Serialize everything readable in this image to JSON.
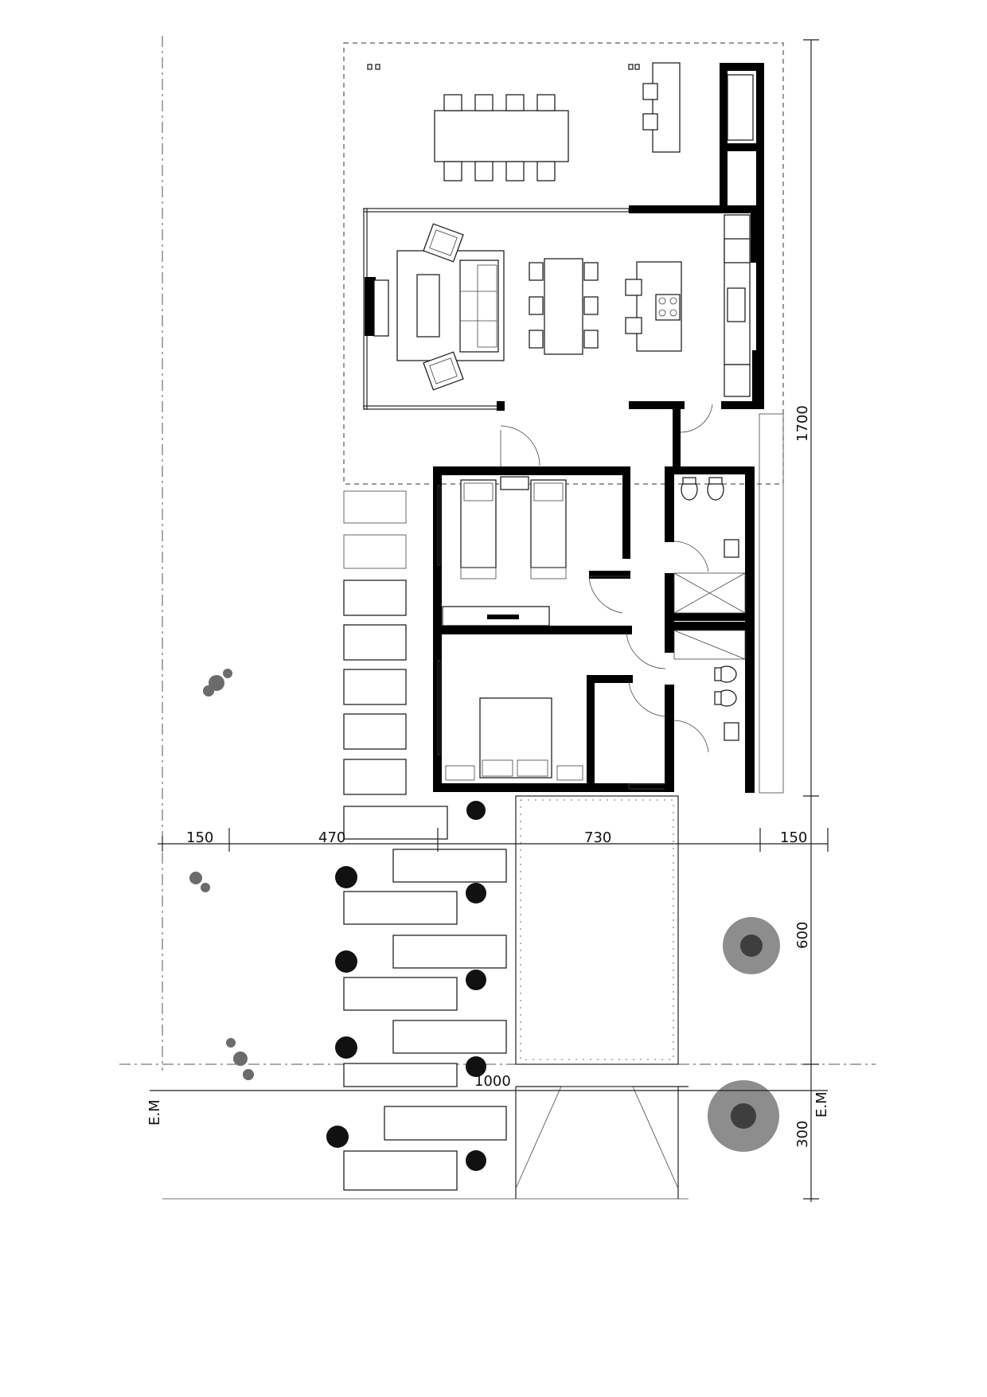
{
  "dimensions": {
    "bottom_widths": [
      "150",
      "470",
      "730",
      "150"
    ],
    "overall_depth": "1700",
    "front_setback": "600",
    "front_edge": "300",
    "carport_width_label": "1000"
  },
  "labels": {
    "line_mark_left": "E.M",
    "line_mark_right": "E.M"
  }
}
